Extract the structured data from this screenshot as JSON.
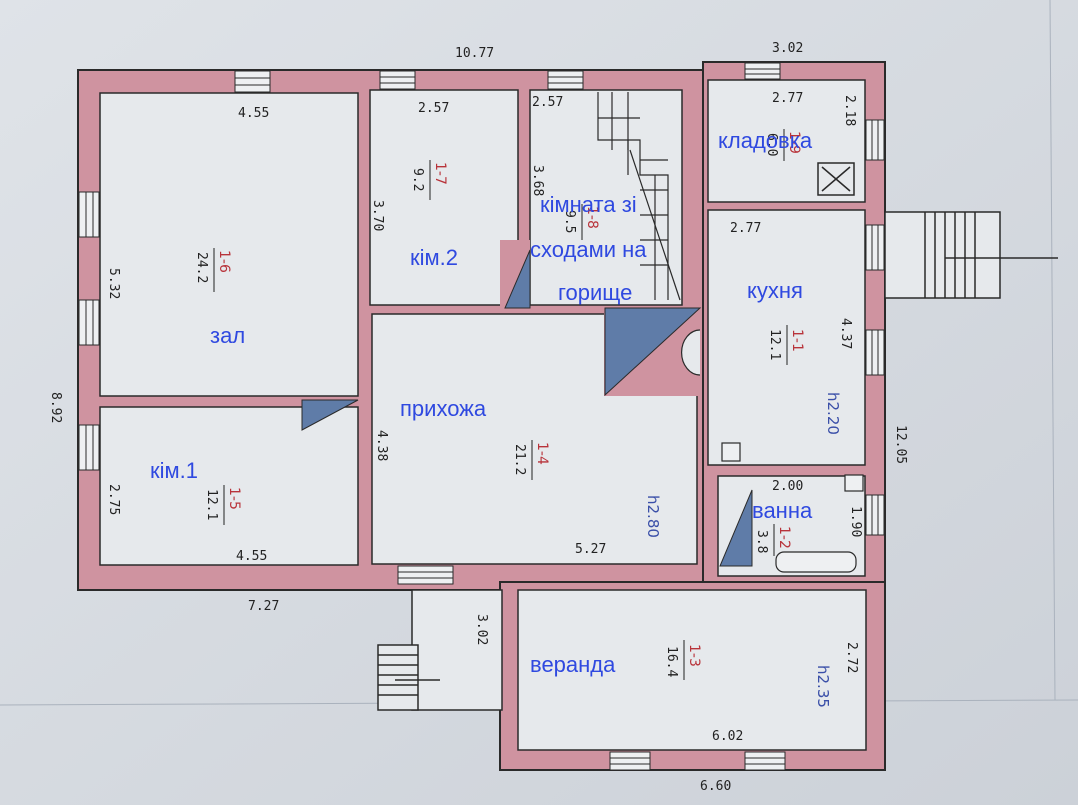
{
  "rooms": {
    "zal": "зал",
    "kim1": "кім.1",
    "kim2": "кім.2",
    "kimnata_line1": "кімната зі",
    "kimnata_line2": "сходами на",
    "kimnata_line3": "горище",
    "kladovka": "кладовка",
    "kukhnia": "кухня",
    "prykhozha": "прихожа",
    "vanna": "ванна",
    "veranda": "веранда"
  },
  "dimensions": {
    "top_main": "10.77",
    "top_right": "3.02",
    "zal_width": "4.55",
    "kim2_width": "2.57",
    "stair_width": "2.57",
    "kladovka_width": "2.77",
    "kitchen_width": "2.77",
    "zal_height": "5.32",
    "kim2_height": "3.70",
    "stair_height": "3.68",
    "kladovka_height": "2.18",
    "kitchen_height": "4.37",
    "left_total": "8.92",
    "kim1_height": "2.75",
    "kim1_width": "4.55",
    "hall_height": "4.38",
    "hall_width": "5.27",
    "bath_width": "2.00",
    "bath_height": "1.90",
    "right_total": "12.05",
    "bottom_left": "7.27",
    "veranda_height": "3.02",
    "veranda_right": "2.72",
    "veranda_width": "6.02",
    "bottom_total": "6.60"
  },
  "areas": {
    "zal": {
      "code": "1-6",
      "area": "24.2"
    },
    "kim2": {
      "code": "1-7",
      "area": "9.2"
    },
    "stair": {
      "code": "1-8",
      "area": "9.5"
    },
    "kladovka": {
      "code": "1-9",
      "area": "6.0"
    },
    "kukhnia": {
      "code": "1-1",
      "area": "12.1"
    },
    "prykhozha": {
      "code": "1-4",
      "area": "21.2"
    },
    "kim1": {
      "code": "1-5",
      "area": "12.1"
    },
    "vanna": {
      "code": "1-2",
      "area": "3.8"
    },
    "veranda": {
      "code": "1-3",
      "area": "16.4"
    }
  },
  "heights": {
    "kitchen": "h2.20",
    "hall": "h2.80",
    "veranda": "h2.35"
  },
  "colors": {
    "wall": "#cf93a0",
    "wall_line": "#2a2a2a",
    "room": "#e6e9ec",
    "stair_fill": "#5f7ca8",
    "label": "#2f49e0"
  }
}
